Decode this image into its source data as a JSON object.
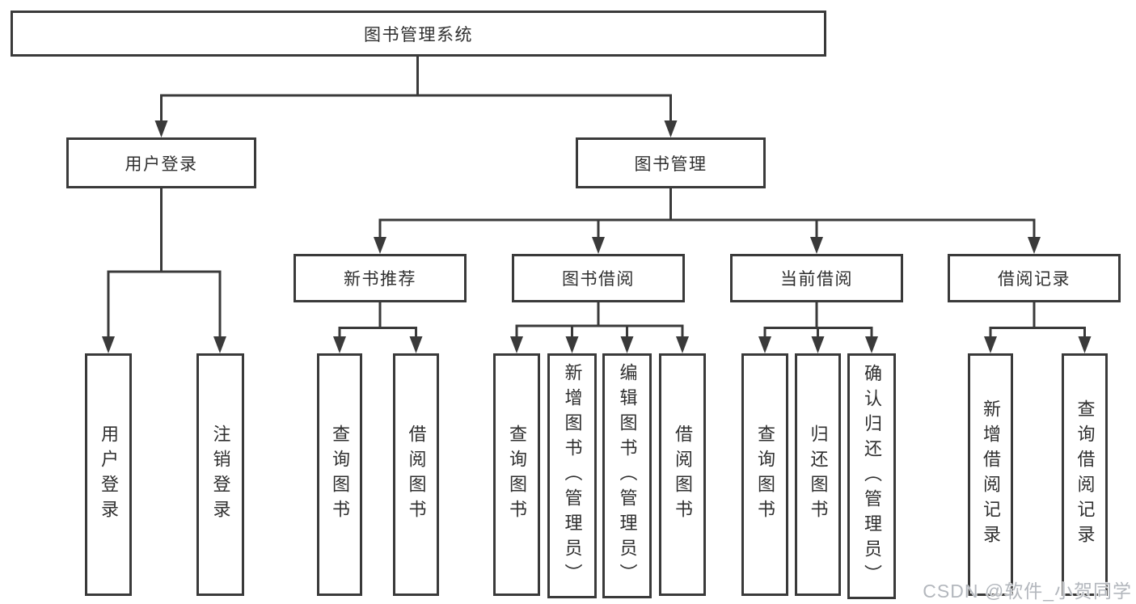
{
  "tree": {
    "label": "图书管理系统",
    "children": [
      {
        "label": "用户登录",
        "children": [
          {
            "label": "用户登录"
          },
          {
            "label": "注销登录"
          }
        ]
      },
      {
        "label": "图书管理",
        "children": [
          {
            "label": "新书推荐",
            "children": [
              {
                "label": "查询图书"
              },
              {
                "label": "借阅图书"
              }
            ]
          },
          {
            "label": "图书借阅",
            "children": [
              {
                "label": "查询图书"
              },
              {
                "label": "新增图书（管理员）"
              },
              {
                "label": "编辑图书（管理员）"
              },
              {
                "label": "借阅图书"
              }
            ]
          },
          {
            "label": "当前借阅",
            "children": [
              {
                "label": "查询图书"
              },
              {
                "label": "归还图书"
              },
              {
                "label": "确认归还（管理员）"
              }
            ]
          },
          {
            "label": "借阅记录",
            "children": [
              {
                "label": "新增借阅记录"
              },
              {
                "label": "查询借阅记录"
              }
            ]
          }
        ]
      }
    ]
  },
  "watermark": "CSDN @软件_小贺同学",
  "colors": {
    "line": "#3a3a3a",
    "box_fill": "#ffffff",
    "text": "#2f2f2f",
    "watermark": "#b3b7bd",
    "background": "#ffffff"
  }
}
